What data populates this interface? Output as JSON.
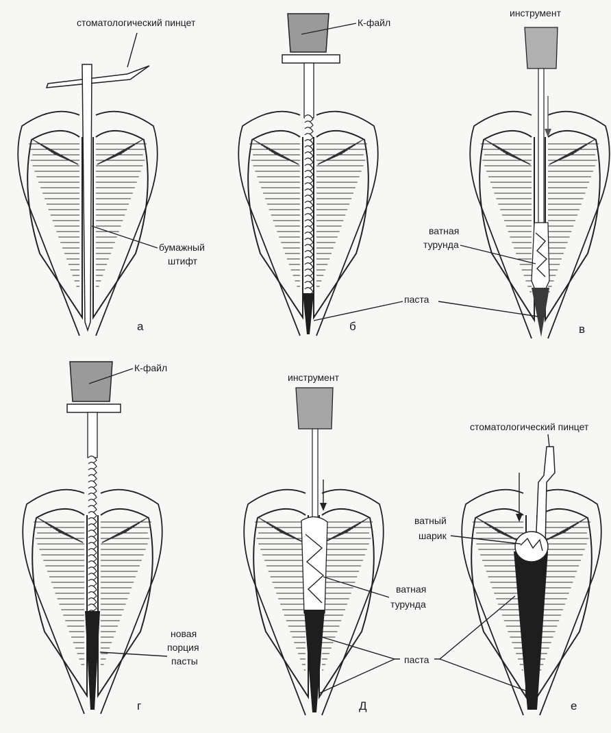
{
  "panels": [
    {
      "id": "a",
      "letter": "а",
      "labels": {
        "top": "стоматологический пинцет",
        "mid": [
          "бумажный",
          "штифт"
        ]
      }
    },
    {
      "id": "b",
      "letter": "б",
      "labels": {
        "top": "К-файл",
        "bottom": "паста"
      }
    },
    {
      "id": "v",
      "letter": "в",
      "labels": {
        "top": "инструмент",
        "mid": [
          "ватная",
          "турунда"
        ]
      }
    },
    {
      "id": "g",
      "letter": "г",
      "labels": {
        "top": "К-файл",
        "mid": [
          "новая",
          "порция",
          "пасты"
        ]
      }
    },
    {
      "id": "d",
      "letter": "Д",
      "labels": {
        "top": "инструмент",
        "mid": [
          "ватная",
          "турунда"
        ],
        "bottom": "паста"
      }
    },
    {
      "id": "e",
      "letter": "е",
      "labels": {
        "top": "стоматологический пинцет",
        "mid": [
          "ватный",
          "шарик"
        ]
      }
    }
  ],
  "colors": {
    "ink": "#1a1a1a",
    "paste": "#1e1e1e",
    "handle": "#9a9a9a",
    "paper": "#f7f7f5"
  }
}
